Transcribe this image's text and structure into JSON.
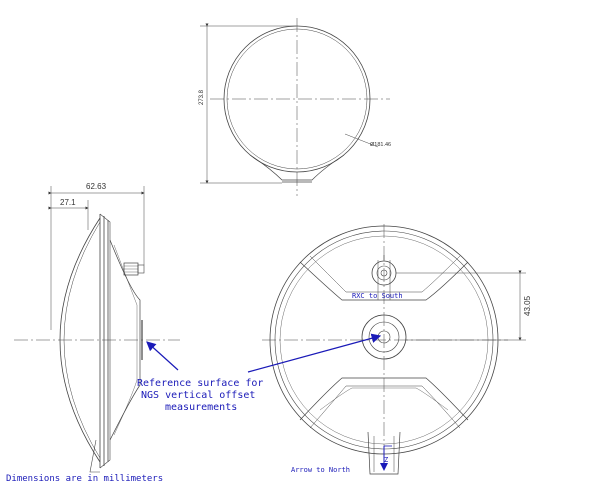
{
  "top_view": {
    "height_dim": "273.8",
    "diameter_dim": "Ø181.46"
  },
  "side_view": {
    "overall_dim": "62.63",
    "partial_dim": "27.1"
  },
  "front_view": {
    "offset_dim": "43.05",
    "rxc_label": "RXC to South",
    "arrow_label": "Arrow to North",
    "z_label": "Z"
  },
  "notes": {
    "reference_line1": "Reference surface for",
    "reference_line2": "NGS vertical offset",
    "reference_line3": "measurements",
    "units": "Dimensions are in millimeters"
  },
  "colors": {
    "ink": "#333333",
    "annotation": "#1a1ab8"
  }
}
